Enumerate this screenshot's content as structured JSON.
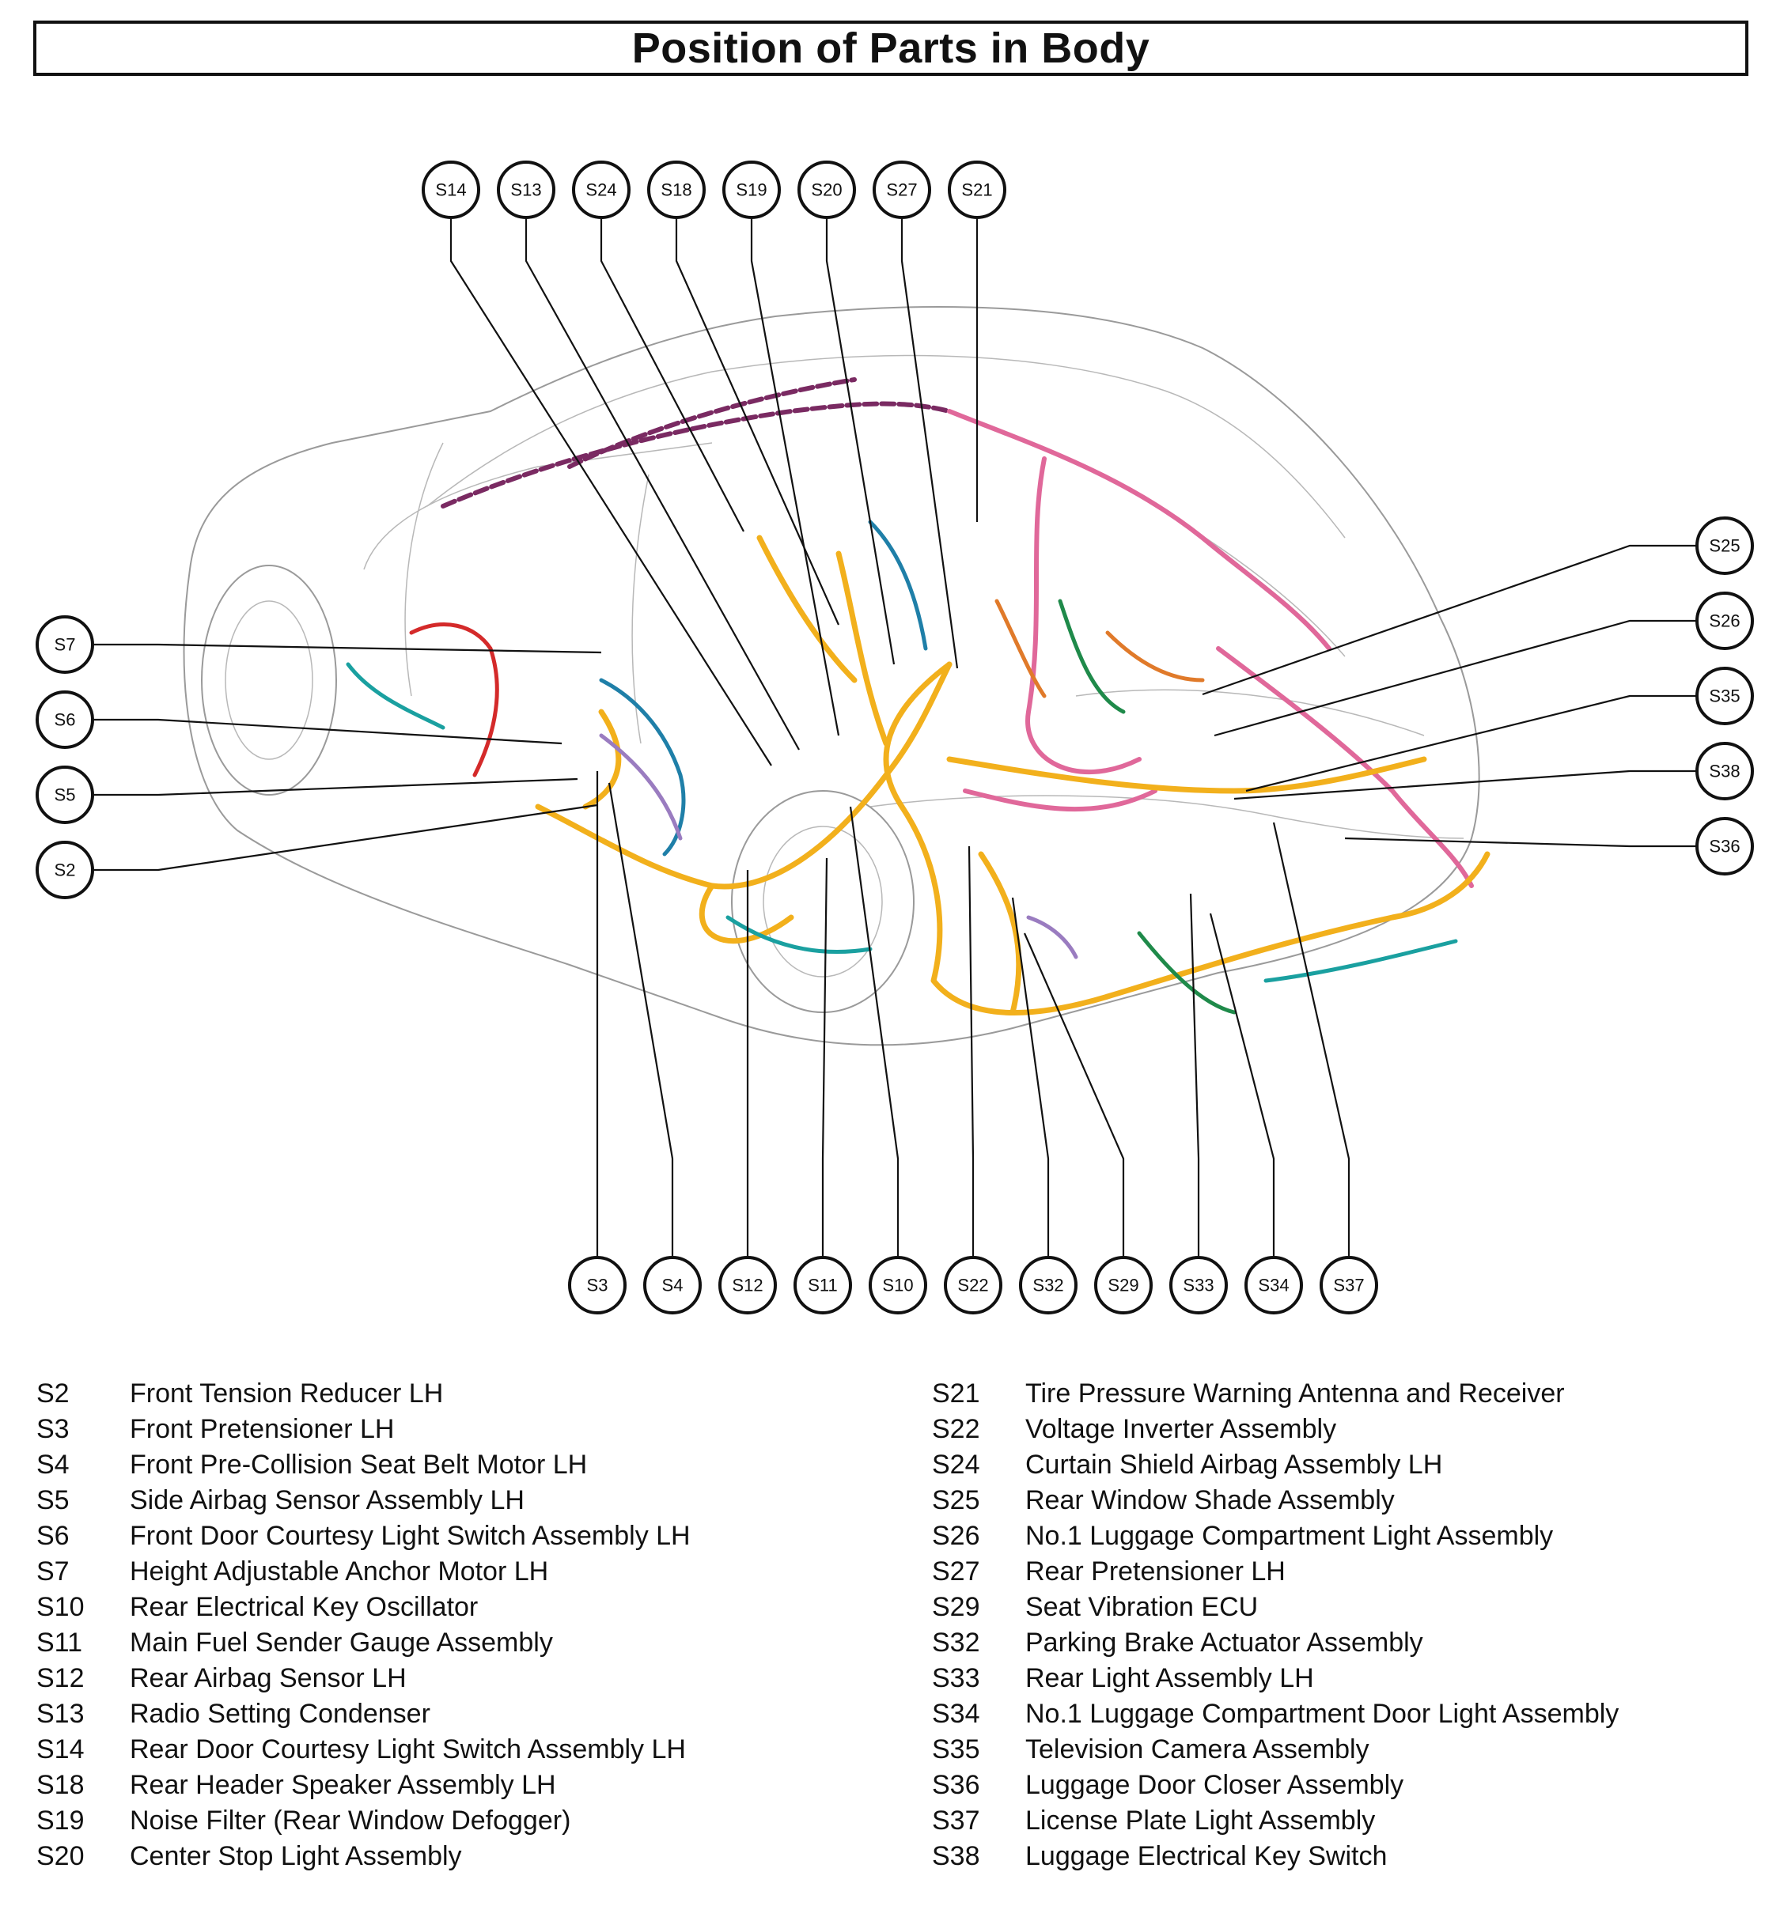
{
  "title": "Position of Parts in Body",
  "callouts": {
    "top": [
      "S14",
      "S13",
      "S24",
      "S18",
      "S19",
      "S20",
      "S27",
      "S21"
    ],
    "left": [
      "S7",
      "S6",
      "S5",
      "S2"
    ],
    "right": [
      "S25",
      "S26",
      "S35",
      "S38",
      "S36"
    ],
    "bottom": [
      "S3",
      "S4",
      "S12",
      "S11",
      "S10",
      "S22",
      "S32",
      "S29",
      "S33",
      "S34",
      "S37"
    ]
  },
  "legend_left": [
    {
      "code": "S2",
      "name": "Front Tension Reducer LH"
    },
    {
      "code": "S3",
      "name": "Front Pretensioner LH"
    },
    {
      "code": "S4",
      "name": "Front Pre-Collision Seat Belt Motor LH"
    },
    {
      "code": "S5",
      "name": "Side Airbag Sensor Assembly LH"
    },
    {
      "code": "S6",
      "name": "Front Door Courtesy Light Switch Assembly LH"
    },
    {
      "code": "S7",
      "name": "Height Adjustable Anchor Motor LH"
    },
    {
      "code": "S10",
      "name": "Rear Electrical Key Oscillator"
    },
    {
      "code": "S11",
      "name": "Main Fuel Sender Gauge Assembly"
    },
    {
      "code": "S12",
      "name": "Rear Airbag Sensor LH"
    },
    {
      "code": "S13",
      "name": "Radio Setting Condenser"
    },
    {
      "code": "S14",
      "name": "Rear Door Courtesy Light Switch Assembly LH"
    },
    {
      "code": "S18",
      "name": "Rear Header Speaker Assembly LH"
    },
    {
      "code": "S19",
      "name": "Noise Filter (Rear Window Defogger)"
    },
    {
      "code": "S20",
      "name": "Center Stop Light Assembly"
    }
  ],
  "legend_right": [
    {
      "code": "S21",
      "name": "Tire Pressure Warning Antenna and Receiver"
    },
    {
      "code": "S22",
      "name": "Voltage Inverter Assembly"
    },
    {
      "code": "S24",
      "name": "Curtain Shield Airbag Assembly LH"
    },
    {
      "code": "S25",
      "name": "Rear Window Shade Assembly"
    },
    {
      "code": "S26",
      "name": "No.1 Luggage Compartment Light Assembly"
    },
    {
      "code": "S27",
      "name": "Rear Pretensioner LH"
    },
    {
      "code": "S29",
      "name": "Seat Vibration ECU"
    },
    {
      "code": "S32",
      "name": "Parking Brake Actuator Assembly"
    },
    {
      "code": "S33",
      "name": "Rear Light Assembly LH"
    },
    {
      "code": "S34",
      "name": "No.1 Luggage Compartment Door Light Assembly"
    },
    {
      "code": "S35",
      "name": "Television Camera Assembly"
    },
    {
      "code": "S36",
      "name": "Luggage Door Closer Assembly"
    },
    {
      "code": "S37",
      "name": "License Plate Light Assembly"
    },
    {
      "code": "S38",
      "name": "Luggage Electrical Key Switch"
    }
  ],
  "colors": {
    "harness_yellow": "#f2b01c",
    "harness_pink": "#e0689a",
    "harness_maroon": "#7a2a62",
    "harness_blue": "#1f7fa8",
    "harness_teal": "#1aa0a0",
    "harness_green": "#1f8a4a",
    "harness_red": "#d42a2a",
    "harness_violet": "#9a7cc0",
    "harness_orange": "#e07a2a"
  }
}
